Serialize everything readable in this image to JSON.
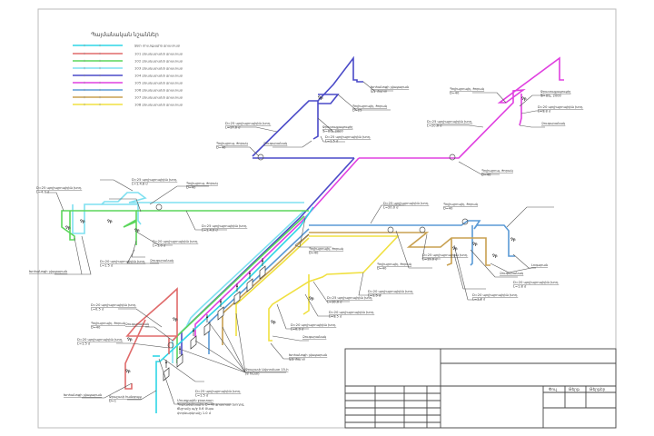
{
  "drawing": {
    "legend": {
      "title": "Պայմանական նշաններ",
      "items": [
        {
          "label": "Ջրի մուտքային ջրատար",
          "color": "#2fd6e6"
        },
        {
          "label": "101 բնակարանի ջրատար",
          "color": "#e06a6a"
        },
        {
          "label": "102 բնակարանի ջրատար",
          "color": "#5cd65c"
        },
        {
          "label": "103 բնակարանի ջրատար",
          "color": "#7fe0f0"
        },
        {
          "label": "104 բնակարանի ջրատար",
          "color": "#4a4ac8"
        },
        {
          "label": "105 բնակարանի ջրատար",
          "color": "#e040e0"
        },
        {
          "label": "106 բնակարանի ջրատար",
          "color": "#5a9ad6"
        },
        {
          "label": "107 բնակարանի ջրատար",
          "color": "#c8a050"
        },
        {
          "label": "108 բնակարանի ջրատար",
          "color": "#f0e040"
        }
      ]
    },
    "annotations": {
      "blue_top_1": {
        "line1": "Խոհանոցի լվացարան",
        "line2": "կ/ջ մարտ"
      },
      "blue_top_2": {
        "line1": "Պոլիպրոպիլ. ծորակ",
        "line2": "D=25"
      },
      "blue_top_3": {
        "line1": "Ջրատաքացուցիչ",
        "line2": "Ֆ=80լ, 2000"
      },
      "blue_top_4": {
        "line1": "D=25 պոլիպրոպիլեն խող.",
        "line2": "L=1.5 մ"
      },
      "blue_top_5": {
        "line1": "Զուգարանակ",
        "line2": ""
      },
      "blue_left_1": {
        "line1": "D=25 պոլիպրոպիլեն խող.",
        "line2": "L=17.0 մ"
      },
      "blue_left_2": {
        "line1": "Պոլիպրոպ. ծորակ",
        "line2": "D=40"
      },
      "mag_1": {
        "line1": "Պոլիպրոպիլ. ծորակ",
        "line2": "D=40"
      },
      "mag_2": {
        "line1": "Ջրատաքացուցիչ",
        "line2": "Ֆ=80լ, 2000"
      },
      "mag_3": {
        "line1": "D=20 պոլիպրոպիլեն խող.",
        "line2": "L=1.8 մ"
      },
      "mag_4": {
        "line1": "Զուգարանակ",
        "line2": ""
      },
      "mag_5": {
        "line1": "D=25 պոլիպրոպիլեն խող.",
        "line2": "L=20.0 մ"
      },
      "mag_6": {
        "line1": "Պոլիպրոպ. ծորակ",
        "line2": "D=40"
      },
      "green_1": {
        "line1": "D=25 պոլիպրոպիլեն խող.",
        "line2": "L=4.0 մ"
      },
      "green_2": {
        "line1": "D=25 պոլիպրոպիլեն խող.",
        "line2": "L=1.4.8 մ"
      },
      "green_3": {
        "line1": "Պոլիպրոպ. ծորակ",
        "line2": "D=40"
      },
      "green_4": {
        "line1": "D=25 պոլիպրոպիլեն խող.",
        "line2": "L=1.4.0 մ"
      },
      "green_5": {
        "line1": "D=20 պոլիպրոպիլեն խող.",
        "line2": "L=1.0 մ"
      },
      "green_6": {
        "line1": "Զուգարանակ",
        "line2": ""
      },
      "green_7": {
        "line1": "D=20 պոլիպրոպիլեն խող.",
        "line2": "L=1.5 մ"
      },
      "green_8": {
        "line1": "Խոհանոցի լվացարան",
        "line2": ""
      },
      "center_1": {
        "line1": "Պոլիպրոպիլ. ծորակ",
        "line2": "D=40"
      },
      "lb_1": {
        "line1": "D=25 պոլիպրոպիլեն խող.",
        "line2": "L=20.0 մ"
      },
      "lb_2": {
        "line1": "Պոլիպրոպիլ. ծորակ",
        "line2": "D=40"
      },
      "lb_3": {
        "line1": "D=25 պոլիպրոպիլեն խող.",
        "line2": "L=19.0 մ"
      },
      "lb_4": {
        "line1": "Պոլիպրոպիլ. ծորակ",
        "line2": "D=40"
      },
      "lb_5": {
        "line1": "D=20 պոլիպրոպիլեն խող.",
        "line2": "L=1.5 մ"
      },
      "lb_6": {
        "line1": "Զուգարանակ",
        "line2": ""
      },
      "lb_7": {
        "line1": "D=20 պոլիպրոպիլեն խող.",
        "line2": "L=1.8 մ"
      },
      "lb_8": {
        "line1": "D=20 պոլիպրոպիլեն խող.",
        "line2": "L=1.8 մ"
      },
      "lb_9": {
        "line1": "Լոգարան",
        "line2": ""
      },
      "y_1": {
        "line1": "D=25 պոլիպրոպիլեն խող.",
        "line2": "L=10.0 մ"
      },
      "y_2": {
        "line1": "D=20 պոլիպրոպիլեն խող.",
        "line2": "L=1.5 մ"
      },
      "y_3": {
        "line1": "Զուգարանակ",
        "line2": ""
      },
      "y_4": {
        "line1": "D=20 պոլիպրոպիլեն խող.",
        "line2": "L=0.3 մ"
      },
      "y_5": {
        "line1": "Խոհանոցի լվացարան",
        "line2": "կ/ջ մարտ"
      },
      "red_1": {
        "line1": "D=20 պոլիպրոպիլեն խող.",
        "line2": "L=0.5 մ"
      },
      "red_2": {
        "line1": "Զուգարանակ",
        "line2": ""
      },
      "red_3": {
        "line1": "Պոլիպրոպիլ. ծորակ",
        "line2": "D=40"
      },
      "red_4": {
        "line1": "D=20 պոլիպրոպիլեն խող.",
        "line2": "L=1.5 մ"
      },
      "red_5": {
        "line1": "Խոհանոցի լվացարան",
        "line2": ""
      },
      "main_1": {
        "line1": "Ջրաչափ հանգույց",
        "line2": "D=1"
      },
      "main_2": {
        "line1": "Ջրաչափ Ավտոմատ 15-ի",
        "line2": "(8 հատ)"
      },
      "main_3": {
        "line1": "D=25 պոլիպրոպիլեն խող.",
        "line2": "L=1.5 մ"
      },
      "main_4": {
        "line1": "Մուտքային ջրատար",
        "line2": "Պոլիէթիլենային D=40 ջրատար խողով.",
        "line3": "ճնշումը պ/ջ 0.6 Մպա",
        "line4": "փորձարկումը 1.0 մ"
      }
    },
    "fixture_mark": "Չր",
    "title_block": {
      "cells": [
        "Փուլ",
        "Թերթ",
        "Թերթեր"
      ]
    }
  }
}
